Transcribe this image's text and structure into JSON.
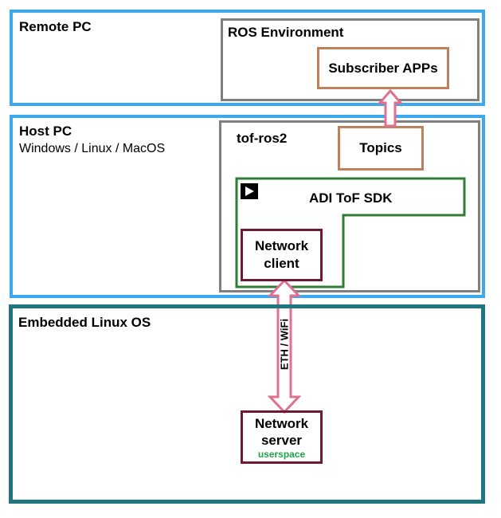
{
  "remote_pc": {
    "title": "Remote PC"
  },
  "ros_env": {
    "title": "ROS Environment",
    "subscriber": "Subscriber APPs"
  },
  "host_pc": {
    "title": "Host PC",
    "os": "Windows / Linux / MacOS"
  },
  "tof_ros2": {
    "title": "tof-ros2",
    "topics": "Topics"
  },
  "sdk": {
    "title": "ADI ToF SDK",
    "network_client_line1": "Network",
    "network_client_line2": "client"
  },
  "embedded": {
    "title": "Embedded Linux OS"
  },
  "link": {
    "label": "ETH / WiFi"
  },
  "server": {
    "line1": "Network",
    "line2": "server",
    "userspace": "userspace"
  },
  "colors": {
    "blue": "#3aa9ee",
    "gray": "#7f7f7f",
    "brown": "#c0805a",
    "green": "#2e7d32",
    "maroon": "#6d1a36",
    "teal": "#1f7580",
    "pink": "#e0708e",
    "userspace": "#22a04b"
  }
}
